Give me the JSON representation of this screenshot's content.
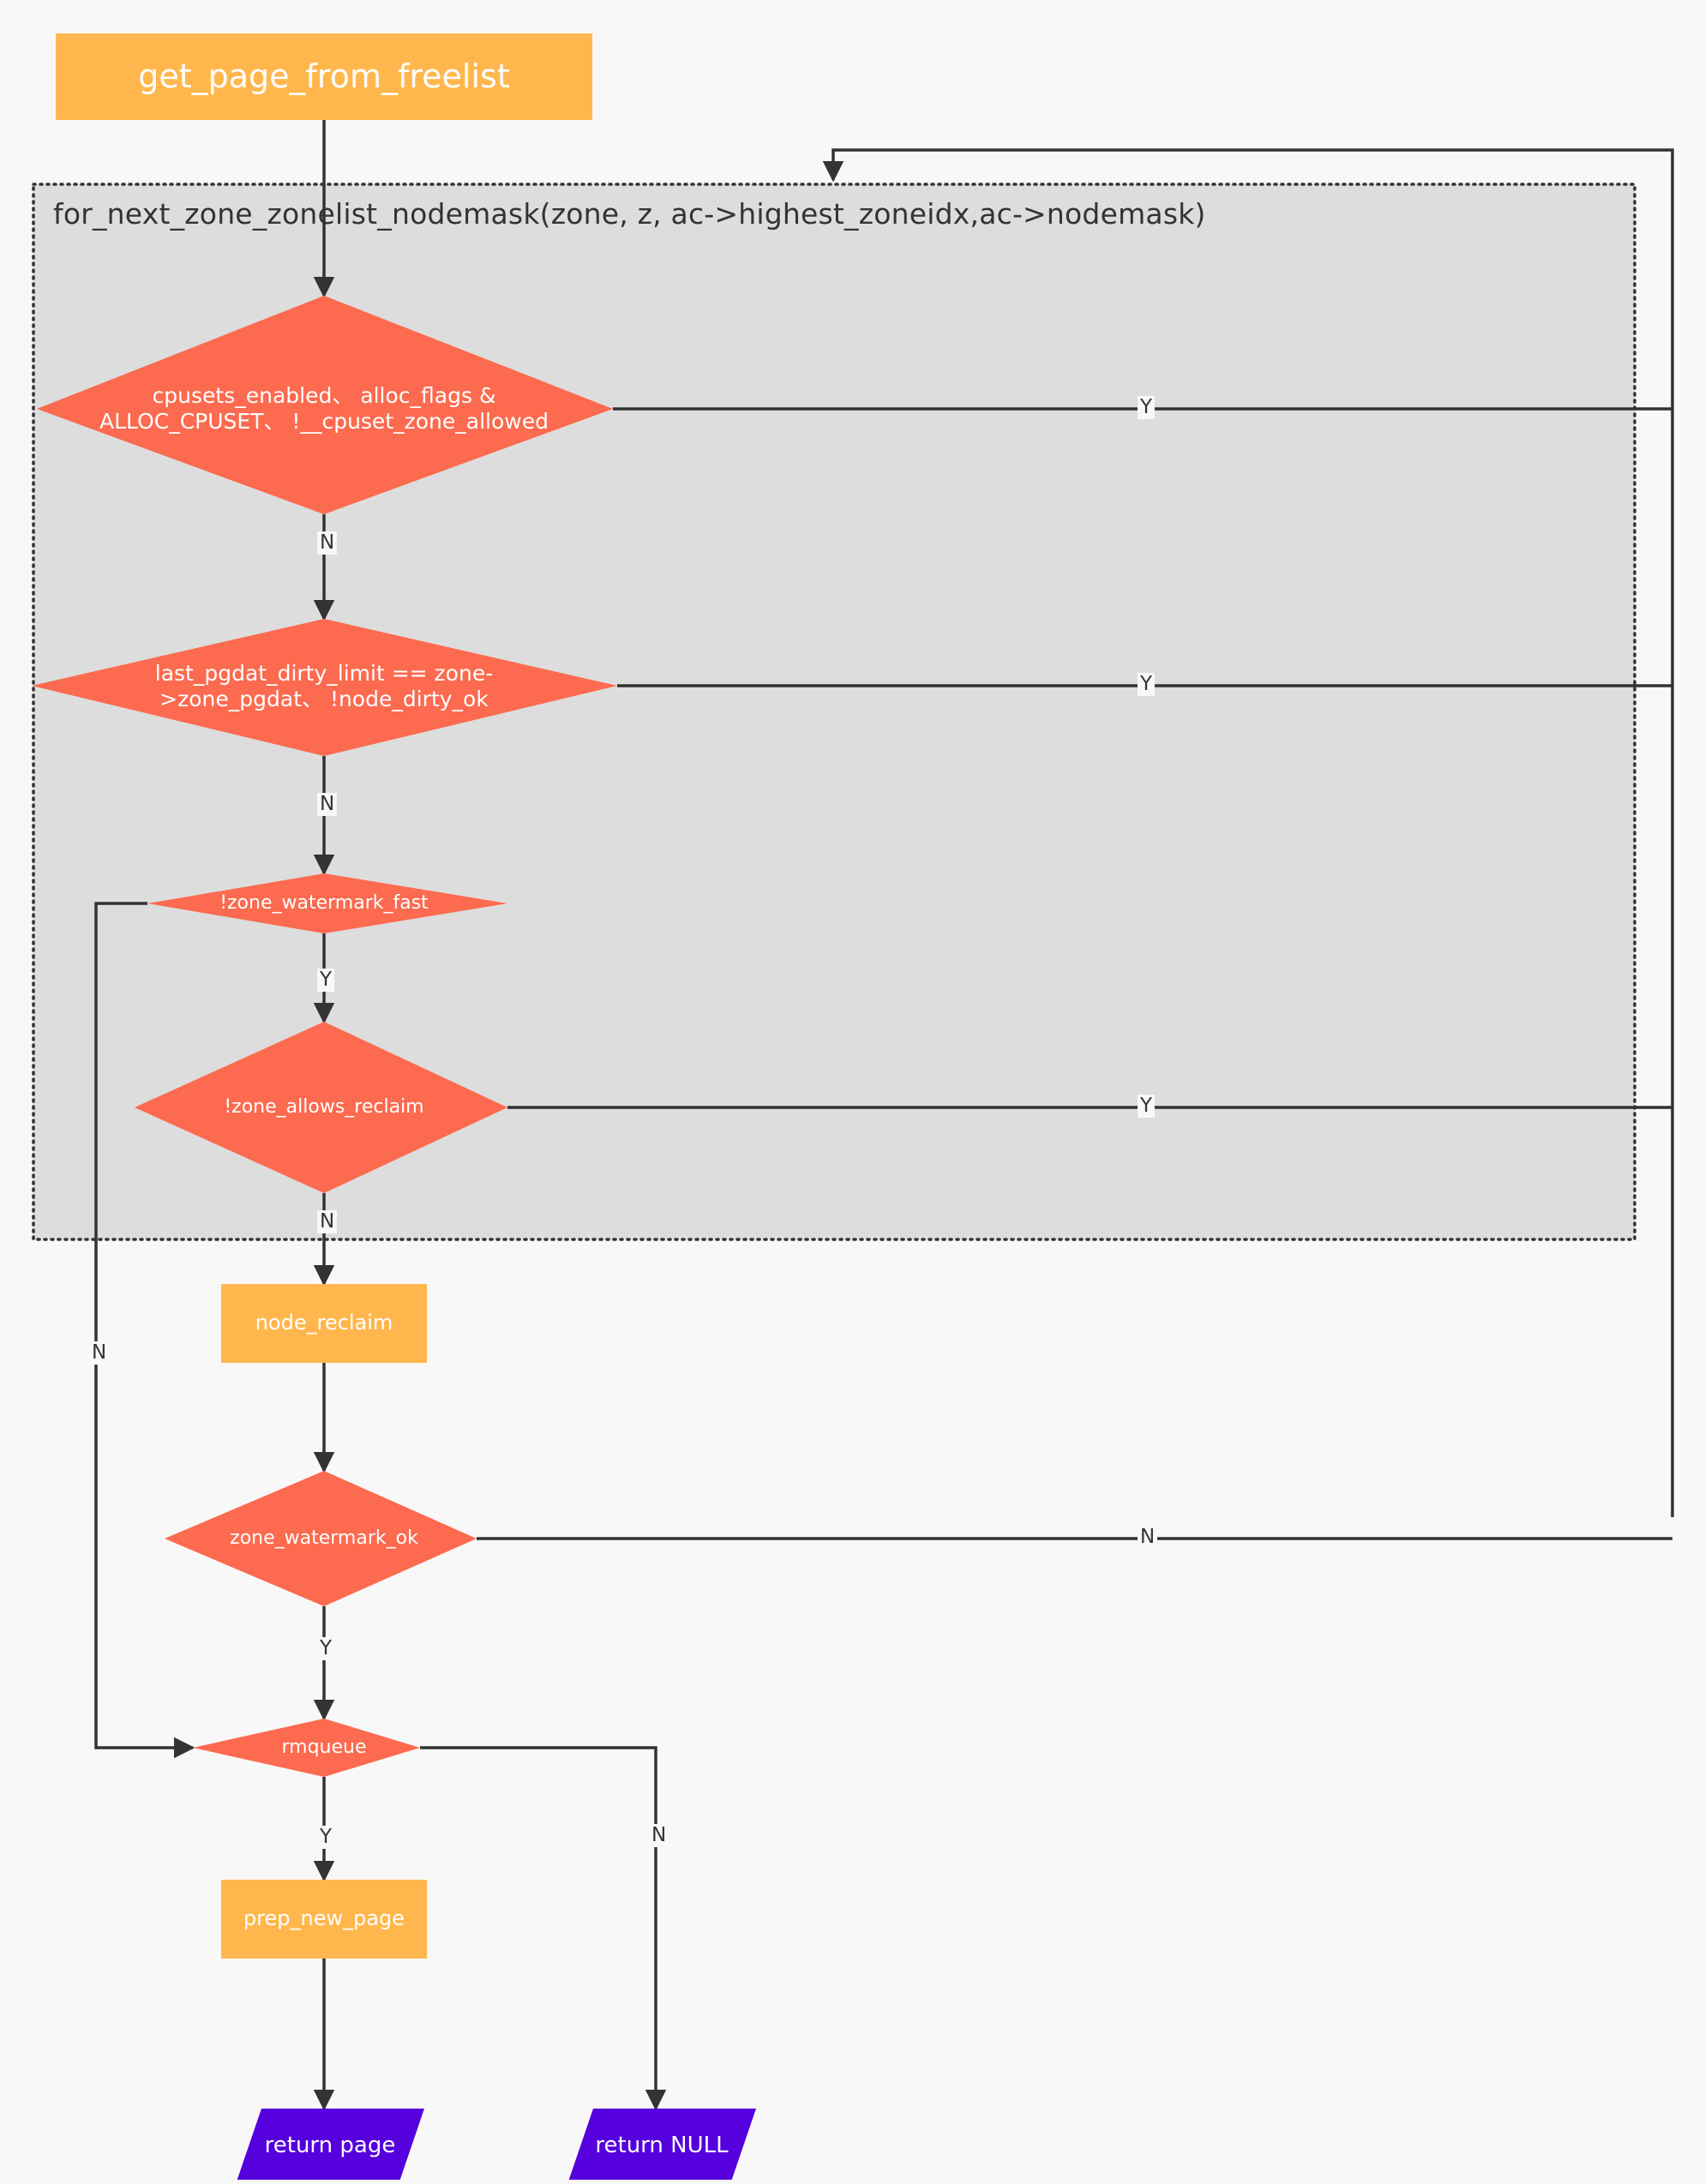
{
  "diagram": {
    "type": "flowchart",
    "direction": "top-down",
    "background": "#f9f8f8",
    "palette": {
      "process_fill": "#ffb74d",
      "decision_fill": "#fc6a4f",
      "terminal_fill": "#5500dd",
      "cluster_fill": "#dddddd",
      "cluster_border": "#333333",
      "edge_stroke": "#333333",
      "node_text": "#ffffff",
      "edge_text": "#333333"
    },
    "cluster": {
      "name": "for_next_zone_zonelist_nodemask-loop",
      "title": "for_next_zone_zonelist_nodemask(zone, z, ac->highest_zoneidx,ac->nodemask)",
      "border_style": "dotted"
    },
    "nodes": [
      {
        "id": "start",
        "label": "get_page_from_freelist",
        "shape": "rect",
        "fill": "#ffb74d",
        "font_size": 38
      },
      {
        "id": "cpuset",
        "label": "cpusets_enabled、 alloc_flags &\nALLOC_CPUSET、 !__cpuset_zone_allowed",
        "shape": "diamond",
        "fill": "#fc6a4f",
        "font_size": 25
      },
      {
        "id": "dirty",
        "label": "last_pgdat_dirty_limit == zone-\n>zone_pgdat、 !node_dirty_ok",
        "shape": "diamond",
        "fill": "#fc6a4f",
        "font_size": 25
      },
      {
        "id": "wmfast",
        "label": "!zone_watermark_fast",
        "shape": "diamond",
        "fill": "#fc6a4f",
        "font_size": 22
      },
      {
        "id": "allowrecl",
        "label": "!zone_allows_reclaim",
        "shape": "diamond",
        "fill": "#fc6a4f",
        "font_size": 22
      },
      {
        "id": "nodereclaim",
        "label": "node_reclaim",
        "shape": "rect",
        "fill": "#ffb74d",
        "font_size": 24
      },
      {
        "id": "wmok",
        "label": "zone_watermark_ok",
        "shape": "diamond",
        "fill": "#fc6a4f",
        "font_size": 22
      },
      {
        "id": "rmqueue",
        "label": "rmqueue",
        "shape": "diamond",
        "fill": "#fc6a4f",
        "font_size": 22
      },
      {
        "id": "prepnew",
        "label": "prep_new_page",
        "shape": "rect",
        "fill": "#ffb74d",
        "font_size": 24
      },
      {
        "id": "retpage",
        "label": "return page",
        "shape": "parallelogram",
        "fill": "#5500dd",
        "font_size": 26
      },
      {
        "id": "retnull",
        "label": "return NULL",
        "shape": "parallelogram",
        "fill": "#5500dd",
        "font_size": 26
      }
    ],
    "edges": [
      {
        "from": "start",
        "to": "cpuset",
        "label": ""
      },
      {
        "from": "cpuset",
        "to": "loop-next",
        "label": "Y"
      },
      {
        "from": "cpuset",
        "to": "dirty",
        "label": "N"
      },
      {
        "from": "dirty",
        "to": "loop-next",
        "label": "Y"
      },
      {
        "from": "dirty",
        "to": "wmfast",
        "label": "N"
      },
      {
        "from": "wmfast",
        "to": "allowrecl",
        "label": "Y"
      },
      {
        "from": "wmfast",
        "to": "rmqueue",
        "label": "N"
      },
      {
        "from": "allowrecl",
        "to": "loop-next",
        "label": "Y"
      },
      {
        "from": "allowrecl",
        "to": "nodereclaim",
        "label": "N"
      },
      {
        "from": "nodereclaim",
        "to": "wmok",
        "label": ""
      },
      {
        "from": "wmok",
        "to": "loop-next",
        "label": "N"
      },
      {
        "from": "wmok",
        "to": "rmqueue",
        "label": "Y"
      },
      {
        "from": "rmqueue",
        "to": "prepnew",
        "label": "Y"
      },
      {
        "from": "rmqueue",
        "to": "retnull",
        "label": "N"
      },
      {
        "from": "prepnew",
        "to": "retpage",
        "label": ""
      }
    ]
  }
}
